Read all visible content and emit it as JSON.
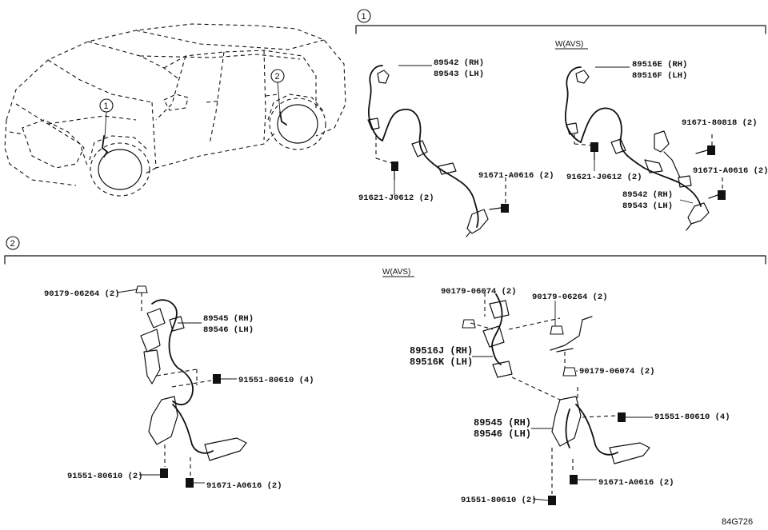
{
  "callouts": {
    "one": "1",
    "two": "2"
  },
  "conditions": {
    "section1_avs": "W(AVS)",
    "section2_avs": "W(AVS)"
  },
  "section1": {
    "left": {
      "sensor_rh": "89542 (RH)",
      "sensor_lh": "89543 (LH)",
      "bolt_a": "91621-J0612 (2)",
      "bolt_b": "91671-A0616 (2)"
    },
    "right": {
      "sensor_rh": "89516E (RH)",
      "sensor_lh": "89516F (LH)",
      "bolt_c": "91671-80818 (2)",
      "bolt_a": "91621-J0612 (2)",
      "bolt_b": "91671-A0616 (2)",
      "sensor2_rh": "89542 (RH)",
      "sensor2_lh": "89543 (LH)"
    }
  },
  "section2": {
    "left": {
      "nut": "90179-06264 (2)",
      "sensor_rh": "89545 (RH)",
      "sensor_lh": "89546 (LH)",
      "bolt_a": "91551-80610 (4)",
      "bolt_b": "91551-80610 (2)",
      "bolt_c": "91671-A0616 (2)"
    },
    "right": {
      "nut_a": "90179-06074 (2)",
      "nut_b": "90179-06264 (2)",
      "height_rh": "89516J (RH)",
      "height_lh": "89516K (LH)",
      "nut_c": "90179-06074 (2)",
      "bolt_a": "91551-80610 (4)",
      "sensor_rh": "89545 (RH)",
      "sensor_lh": "89546 (LH)",
      "bolt_c": "91671-A0616 (2)",
      "bolt_b": "91551-80610 (2)"
    }
  },
  "figure_code": "84G726",
  "icons": [
    "bolt-icon",
    "nut-icon",
    "sensor-icon",
    "callout-circle-icon"
  ]
}
